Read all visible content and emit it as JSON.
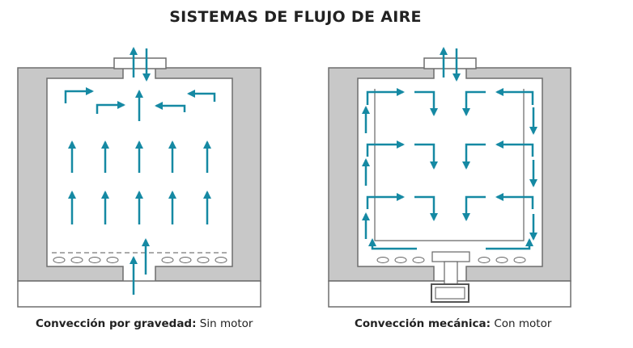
{
  "title": "SISTEMAS DE FLUJO DE AIRE",
  "left_caption": {
    "bold": "Convección por gravedad:",
    "normal": "Sin motor"
  },
  "right_caption": {
    "bold": "Convección mecánica:",
    "normal": "Con motor"
  },
  "colors": {
    "arrow": "#1589a3",
    "wall": "#c8c8c8",
    "wall_stroke": "#6e6e6e",
    "text": "#222222"
  },
  "icons": [
    "arrow-icon",
    "heating-element-icon",
    "fan-motor-icon",
    "vent-icon"
  ]
}
